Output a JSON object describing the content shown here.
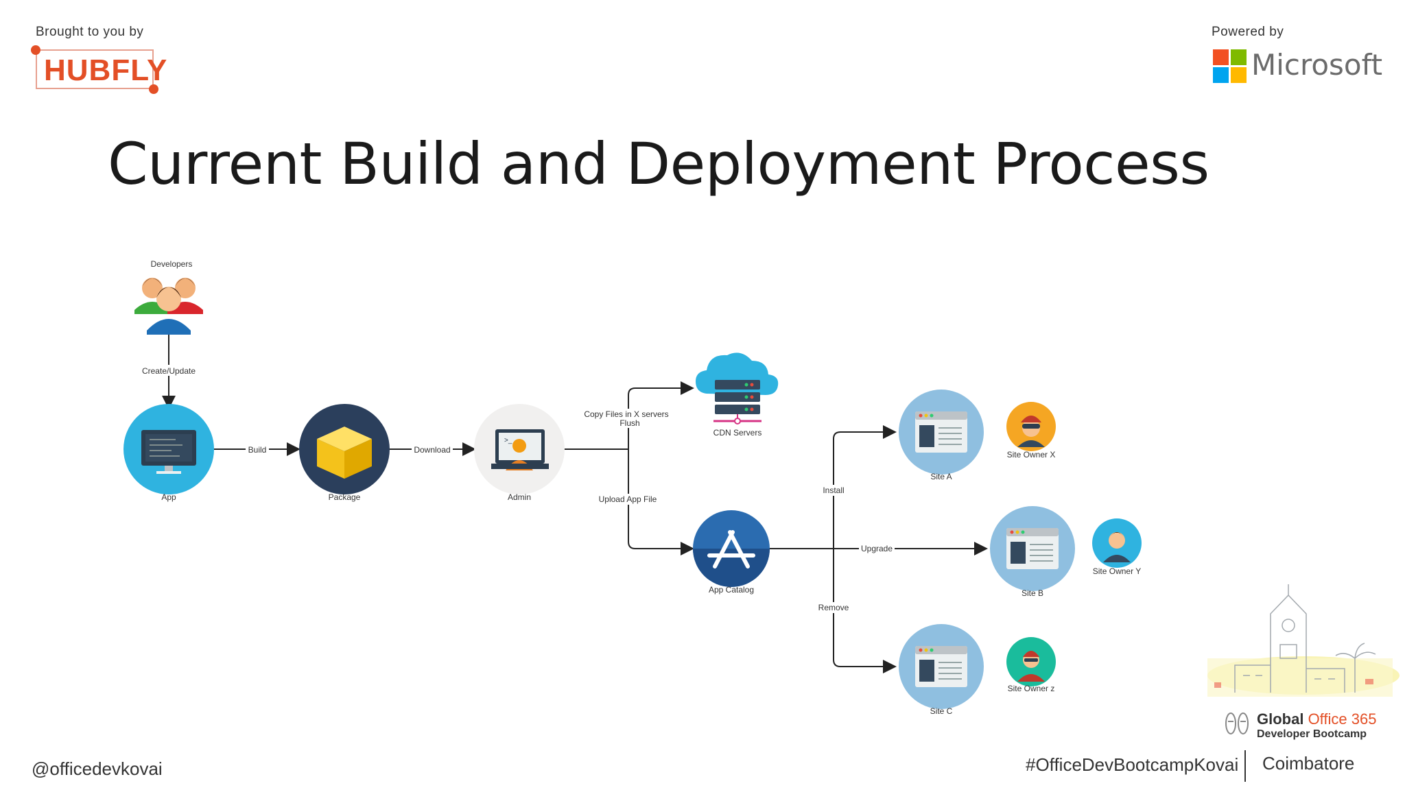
{
  "header": {
    "brought_by": "Brought to you by",
    "hubfly_logo_text": "HUBFLY",
    "powered_by": "Powered by",
    "microsoft_text": "Microsoft"
  },
  "slide": {
    "title": "Current Build and Deployment Process"
  },
  "diagram": {
    "nodes": {
      "developers": "Developers",
      "app": "App",
      "package": "Package",
      "admin": "Admin",
      "cdn": "CDN Servers",
      "app_catalog": "App Catalog",
      "site_a": "Site A",
      "site_b": "Site B",
      "site_c": "Site C",
      "owner_x": "Site Owner X",
      "owner_y": "Site Owner Y",
      "owner_z": "Site Owner z"
    },
    "edges": {
      "create_update": "Create/Update",
      "build": "Build",
      "download": "Download",
      "copy_files_1": "Copy Files in X servers",
      "copy_files_2": "Flush",
      "upload": "Upload App File",
      "install": "Install",
      "upgrade": "Upgrade",
      "remove": "Remove"
    }
  },
  "footer": {
    "handle": "@officedevkovai",
    "hashtag": "#OfficeDevBootcampKovai",
    "city": "Coimbatore",
    "bootcamp_global": "Global ",
    "bootcamp_office": "Office 365",
    "bootcamp_sub": "Developer Bootcamp"
  },
  "colors": {
    "hubfly_orange": "#e34f26",
    "circle_blue": "#2fb3e0",
    "circle_navy": "#2b3f5c",
    "site_blue": "#8fbfe0",
    "ms_red": "#f25022",
    "ms_green": "#7fba00",
    "ms_blue": "#00a4ef",
    "ms_yellow": "#ffb900"
  }
}
